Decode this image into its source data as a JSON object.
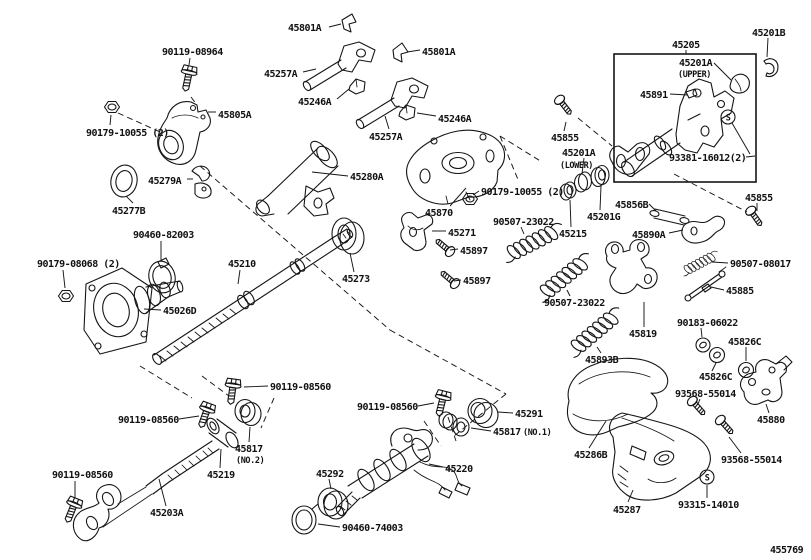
{
  "figure": {
    "number": "455769",
    "s_marker": "S"
  },
  "colors": {
    "ink": "#151515",
    "paper": "#ffffff"
  },
  "labels": {
    "l_45801a_1": "45801A",
    "l_45801a_2": "45801A",
    "l_90119_08964": "90119-08964",
    "l_45257a_1": "45257A",
    "l_45246a_1": "45246A",
    "l_45805a": "45805A",
    "l_45257a_2": "45257A",
    "l_45246a_2": "45246A",
    "l_90179_10055_1": "90179-10055 (2)",
    "l_45279a": "45279A",
    "l_45277b": "45277B",
    "l_45280a": "45280A",
    "l_45205": "45205",
    "l_45201b": "45201B",
    "l_45201a_upper": "45201A",
    "l_45201a_upper_sub": "(UPPER)",
    "l_45891": "45891",
    "l_93381_16012": "93381-16012(2)",
    "l_45855_1": "45855",
    "l_45201a_lower": "45201A",
    "l_45201a_lower_sub": "(LOWER)",
    "l_45215": "45215",
    "l_45201g": "45201G",
    "l_45856b": "45856B",
    "l_45855_2": "45855",
    "l_45890a": "45890A",
    "l_90179_10055_2": "90179-10055 (2)",
    "l_45870": "45870",
    "l_45271": "45271",
    "l_90507_23022_1": "90507-23022",
    "l_45897_1": "45897",
    "l_45897_2": "45897",
    "l_45273": "45273",
    "l_90460_82003": "90460-82003",
    "l_90179_08068": "90179-08068 (2)",
    "l_45210": "45210",
    "l_45026d": "45026D",
    "l_45291": "45291",
    "l_45817_no1": "45817",
    "l_45817_no1_sub": "(NO.1)",
    "l_45220": "45220",
    "l_45292": "45292",
    "l_90460_74003": "90460-74003",
    "l_90119_08560_a": "90119-08560",
    "l_90119_08560_b": "90119-08560",
    "l_90119_08560_c": "90119-08560",
    "l_90119_08560_d": "90119-08560",
    "l_45817_no2": "45817",
    "l_45817_no2_sub": "(NO.2)",
    "l_45219": "45219",
    "l_45203a": "45203A",
    "l_45893b": "45893B",
    "l_45819": "45819",
    "l_90507_23022_2": "90507-23022",
    "l_90507_08017": "90507-08017",
    "l_45885": "45885",
    "l_90183_06022": "90183-06022",
    "l_45826c_1": "45826C",
    "l_45826c_2": "45826C",
    "l_93568_1": "93568-55014",
    "l_93568_2": "93568-55014",
    "l_45880": "45880",
    "l_45286b": "45286B",
    "l_45287": "45287",
    "l_93315_14010": "93315-14010"
  }
}
